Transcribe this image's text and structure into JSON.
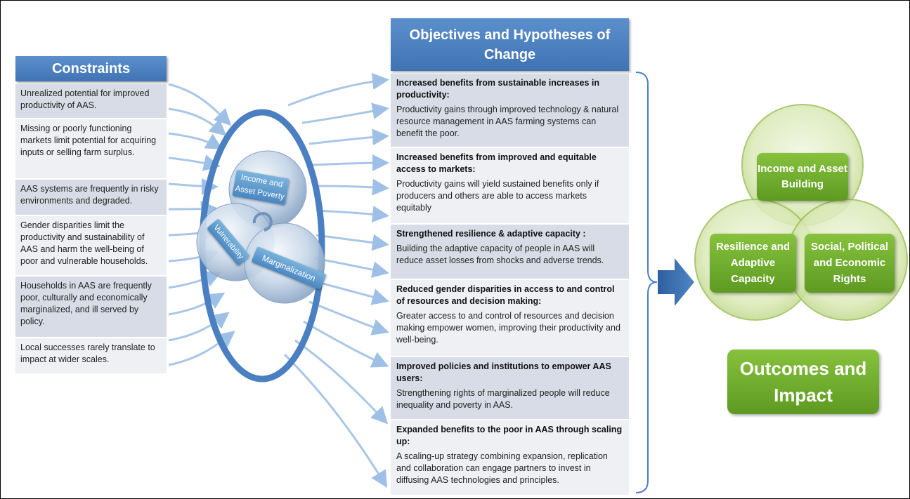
{
  "constraints": {
    "title": "Constraints",
    "items": [
      "Unrealized potential for improved productivity of AAS.",
      "Missing or poorly functioning markets limit potential for acquiring inputs or selling farm surplus.",
      "AAS systems are frequently in risky environments and degraded.",
      "Gender disparities limit the productivity and sustainability of AAS and harm the well-being of poor and vulnerable households.",
      "Households in AAS are frequently poor, culturally and economically marginalized, and ill served by policy.",
      "Local successes rarely translate to impact at wider scales."
    ]
  },
  "center": {
    "income": "Income and Asset Poverty",
    "vulnerability": "Vulnerability",
    "marginalization": "Marginalization"
  },
  "objectives": {
    "title": "Objectives and Hypotheses of Change",
    "items": [
      {
        "title": "Increased benefits from sustainable increases in productivity:",
        "desc": "Productivity gains through improved technology & natural resource management in AAS farming systems can benefit the poor."
      },
      {
        "title": "Increased benefits from improved and equitable access to markets:",
        "desc": "Productivity gains will yield sustained benefits only if producers and others are able to access markets equitably"
      },
      {
        "title": "Strengthened resilience & adaptive capacity :",
        "desc": "Building the adaptive capacity of people in AAS will reduce asset losses from shocks and adverse trends."
      },
      {
        "title": "Reduced gender disparities in access to and control of resources and decision making:",
        "desc": "Greater access to and control of resources and decision making empower women, improving their productivity and well-being."
      },
      {
        "title": "Improved policies and institutions to empower AAS users:",
        "desc": "Strengthening rights of marginalized people will reduce inequality and poverty in AAS."
      },
      {
        "title": "Expanded benefits to the poor in AAS through scaling up:",
        "desc": "A scaling-up strategy combining expansion, replication and collaboration can engage partners to invest in diffusing AAS technologies and principles."
      }
    ]
  },
  "outcomes": {
    "income": "Income and Asset Building",
    "resilience": "Resilience and Adaptive Capacity",
    "rights": "Social, Political and Economic Rights",
    "title": "Outcomes and Impact"
  },
  "colors": {
    "blue": "#4a7fc1",
    "green": "#6aaa2a",
    "row_shade": "#d7dce6",
    "row_light": "#eef0f4"
  }
}
